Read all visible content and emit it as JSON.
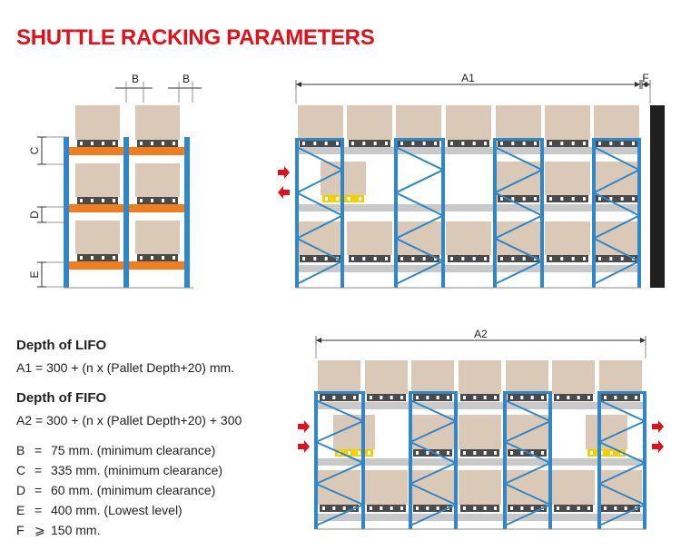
{
  "title": "SHUTTLE RACKING PARAMETERS",
  "colors": {
    "title": "#e3101a",
    "upright": "#2f86c8",
    "beam": "#f07d1e",
    "box": "#dac9b6",
    "pallet": "#4a4a4a",
    "rail": "#c9c9c9",
    "arrow": "#e3101a",
    "wall": "#1f1f1f",
    "shuttle": "#f5d000"
  },
  "labels": {
    "B": "B",
    "C": "C",
    "D": "D",
    "E": "E",
    "A1": "A1",
    "A2": "A2",
    "F": "F"
  },
  "lifo": {
    "heading": "Depth of LIFO",
    "formula": "A1 = 300 + (n x (Pallet Depth+20) mm."
  },
  "fifo": {
    "heading": "Depth of FIFO",
    "formula": "A2 = 300 + (n x (Pallet Depth+20) + 300"
  },
  "params": [
    {
      "key": "B",
      "op": "=",
      "text": "75 mm. (minimum clearance)"
    },
    {
      "key": "C",
      "op": "=",
      "text": "335 mm. (minimum clearance)"
    },
    {
      "key": "D",
      "op": "=",
      "text": "60 mm. (minimum clearance)"
    },
    {
      "key": "E",
      "op": "=",
      "text": "400 mm. (Lowest level)"
    },
    {
      "key": "F",
      "op": "⩾",
      "text": "150 mm."
    }
  ]
}
